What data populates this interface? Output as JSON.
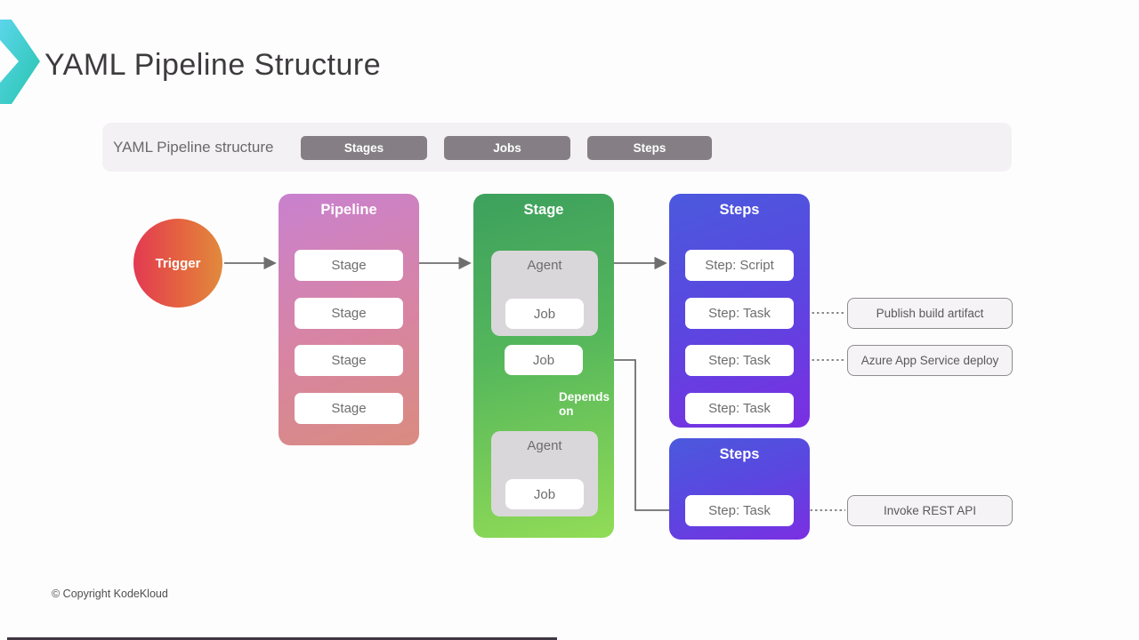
{
  "header": {
    "title": "YAML Pipeline Structure"
  },
  "toolbar": {
    "label": "YAML Pipeline structure",
    "buttons": [
      {
        "label": "Stages"
      },
      {
        "label": "Jobs"
      },
      {
        "label": "Steps"
      }
    ]
  },
  "diagram": {
    "trigger": {
      "label": "Trigger"
    },
    "pipeline": {
      "title": "Pipeline",
      "stages": [
        "Stage",
        "Stage",
        "Stage",
        "Stage"
      ]
    },
    "stage": {
      "title": "Stage",
      "agent1": {
        "label": "Agent",
        "job": "Job"
      },
      "job_solo": "Job",
      "depends_label": "Depends on",
      "agent2": {
        "label": "Agent",
        "job": "Job"
      }
    },
    "steps1": {
      "title": "Steps",
      "items": [
        "Step: Script",
        "Step: Task",
        "Step: Task",
        "Step: Task"
      ]
    },
    "steps2": {
      "title": "Steps",
      "items": [
        "Step: Task"
      ]
    },
    "annotations": [
      "Publish build artifact",
      "Azure App Service deploy",
      "Invoke REST API"
    ]
  },
  "footer": {
    "copyright": "© Copyright KodeKloud"
  },
  "colors": {
    "logo_teal_light": "#5bd6ea",
    "logo_teal_dark": "#27c4ae",
    "trigger_red": "#e23a52",
    "trigger_orange": "#e18a3e",
    "pipeline_purple": "#c981cf",
    "pipeline_salmon": "#d98c7f",
    "stage_green_dark": "#3da05d",
    "stage_green_light": "#92dc57",
    "steps_blue": "#4b59dd",
    "steps_purple": "#7b2fe2",
    "connector_gray": "#6e6e6e"
  }
}
